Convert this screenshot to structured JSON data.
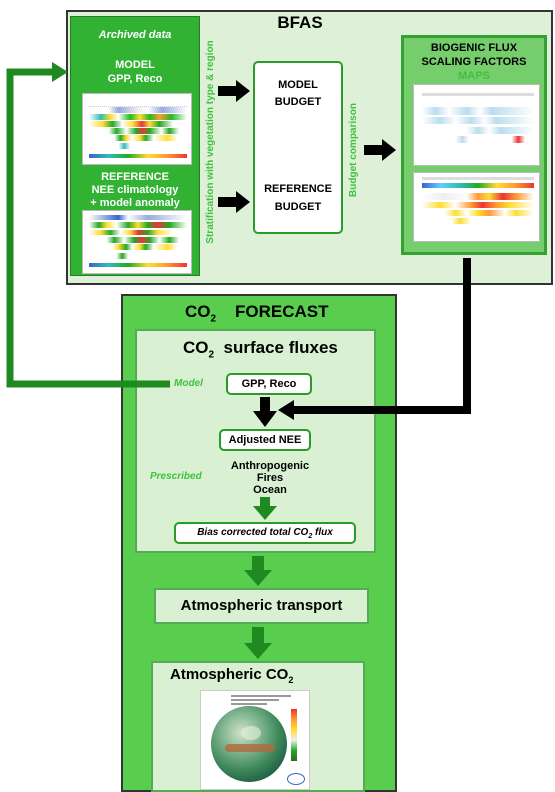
{
  "bfas": {
    "title": "BFAS",
    "archived_title": "Archived data",
    "model_line1": "MODEL",
    "model_line2": "GPP, Reco",
    "ref_line1": "REFERENCE",
    "ref_line2": "NEE climatology",
    "ref_line3": "+ model anomaly",
    "stratification_label": "Stratification with vegetation type & region",
    "model_budget_line1": "MODEL",
    "model_budget_line2": "BUDGET",
    "reference_budget_line1": "REFERENCE",
    "reference_budget_line2": "BUDGET",
    "budget_comparison_label": "Budget comparison",
    "bio_line1": "BIOGENIC FLUX",
    "bio_line2": "SCALING FACTORS",
    "bio_line3": "MAPS"
  },
  "forecast": {
    "title_co": "CO",
    "title_sub": "2",
    "title_rest": "FORECAST",
    "surface_co": "CO",
    "surface_sub": "2",
    "surface_rest": "surface fluxes",
    "model_label": "Model",
    "gpp_reco": "GPP, Reco",
    "adjusted_nee": "Adjusted NEE",
    "prescribed_label": "Prescribed",
    "prescribed_items": [
      "Anthropogenic",
      "Fires",
      "Ocean"
    ],
    "bias_pre": "Bias corrected total CO",
    "bias_sub": "2",
    "bias_post": "flux",
    "transport": "Atmospheric transport",
    "atm_co2_pre": "Atmospheric  CO",
    "atm_co2_sub": "2"
  },
  "colors": {
    "dark_green": "#1f8a1f",
    "line_green": "#2ea12e",
    "label_green": "#3fc23f",
    "black": "#000000"
  }
}
